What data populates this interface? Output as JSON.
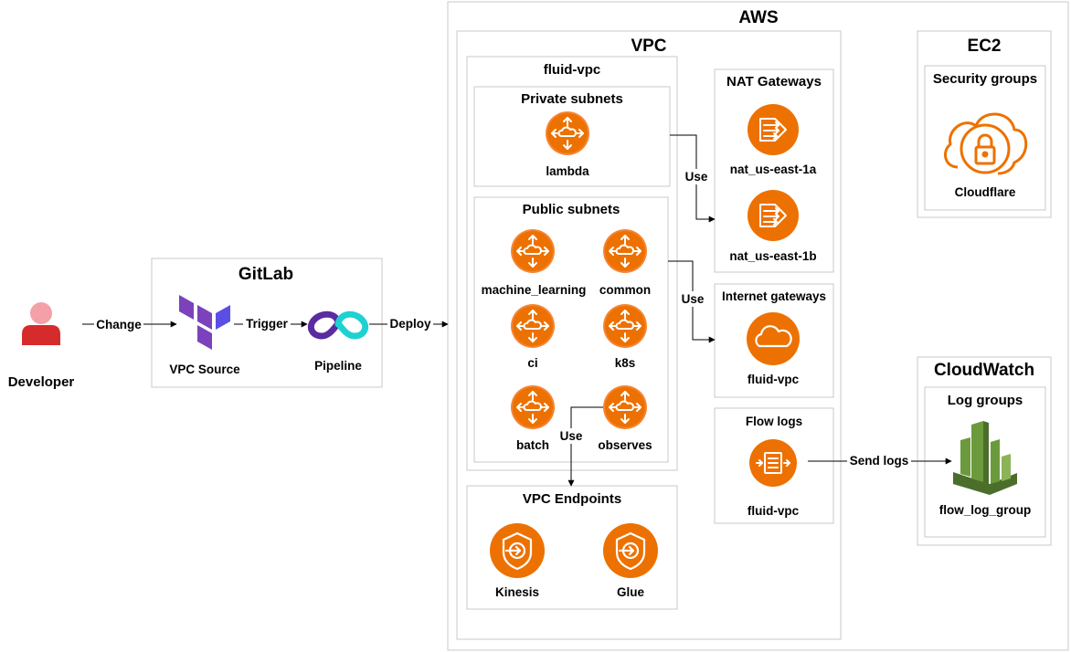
{
  "developer": {
    "label": "Developer"
  },
  "gitlab": {
    "title": "GitLab",
    "source_label": "VPC Source",
    "pipeline_label": "Pipeline"
  },
  "aws": {
    "title": "AWS",
    "vpc": {
      "title": "VPC",
      "fluid_vpc": {
        "title": "fluid-vpc",
        "private_subnets": {
          "title": "Private subnets",
          "items": [
            "lambda"
          ]
        },
        "public_subnets": {
          "title": "Public subnets",
          "items": [
            "machine_learning",
            "common",
            "ci",
            "k8s",
            "batch",
            "observes"
          ]
        }
      },
      "vpc_endpoints": {
        "title": "VPC Endpoints",
        "items": [
          "Kinesis",
          "Glue"
        ]
      },
      "nat_gateways": {
        "title": "NAT Gateways",
        "items": [
          "nat_us-east-1a",
          "nat_us-east-1b"
        ]
      },
      "internet_gateways": {
        "title": "Internet gateways",
        "item": "fluid-vpc"
      },
      "flow_logs": {
        "title": "Flow logs",
        "item": "fluid-vpc"
      }
    },
    "ec2": {
      "title": "EC2",
      "security_groups": {
        "title": "Security groups",
        "item": "Cloudflare"
      }
    },
    "cloudwatch": {
      "title": "CloudWatch",
      "log_groups": {
        "title": "Log groups",
        "item": "flow_log_group"
      }
    }
  },
  "edges": {
    "change": "Change",
    "trigger": "Trigger",
    "deploy": "Deploy",
    "use_private": "Use",
    "use_public": "Use",
    "use_endpoints": "Use",
    "send_logs": "Send logs"
  },
  "colors": {
    "aws_orange": "#ED7100",
    "aws_orange_light": "#F58534",
    "terraform_purple": "#7B42BC",
    "pipeline_teal": "#1FD1D1",
    "pipeline_purple": "#5A2CA0",
    "cloudwatch_green": "#6B9A3C",
    "developer_red": "#D62B2B",
    "developer_pink": "#F4A0A8"
  }
}
